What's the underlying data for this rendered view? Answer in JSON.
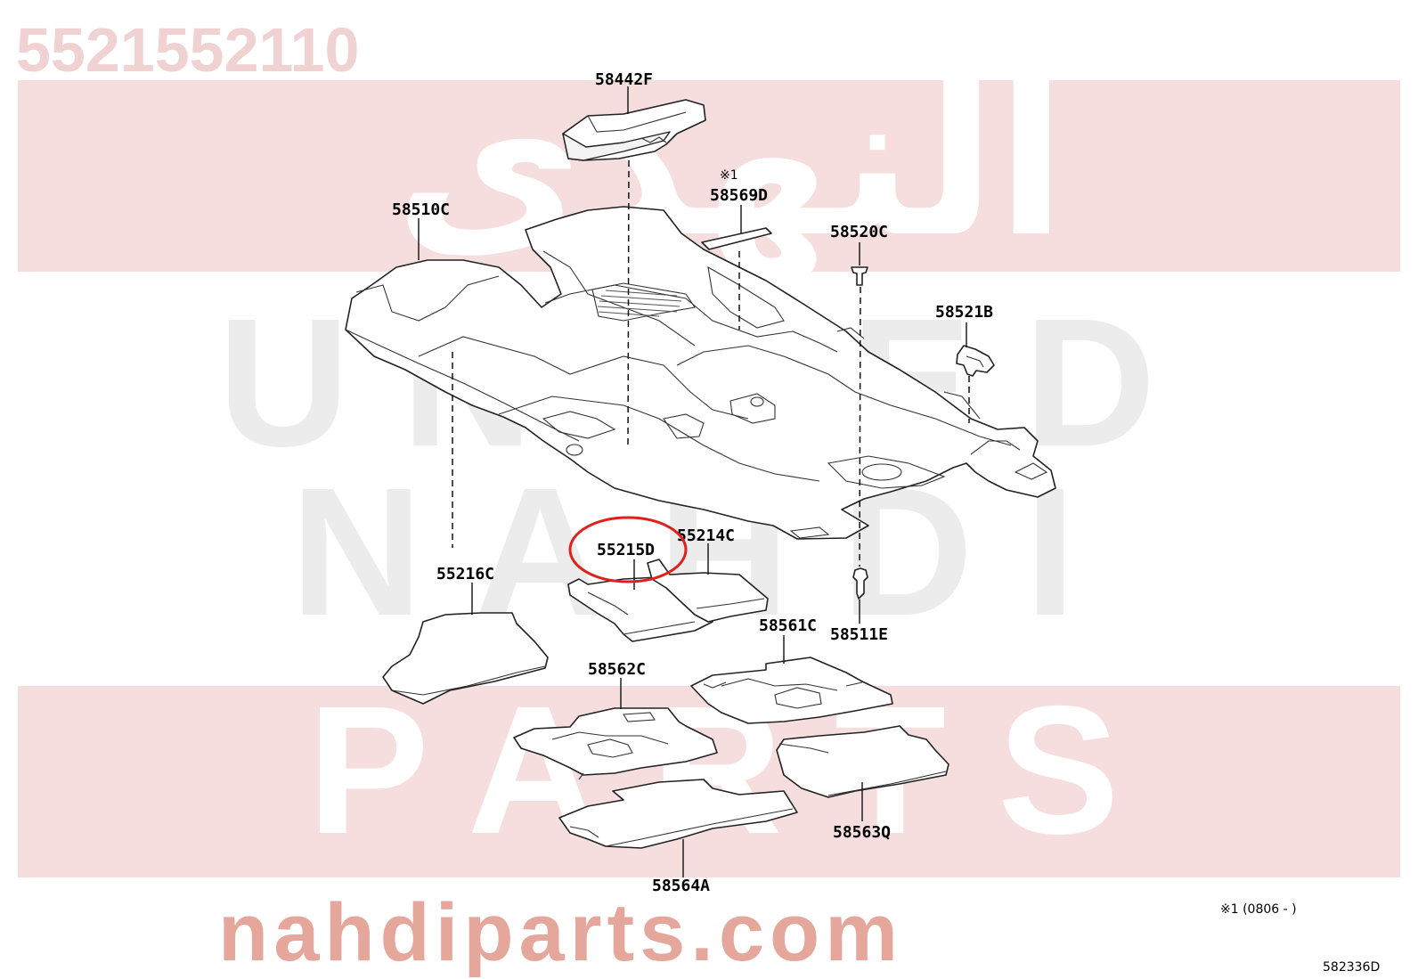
{
  "header": {
    "part_number": "5521552110"
  },
  "watermark": {
    "arabic": "النهدي",
    "word_top": "UNITED",
    "word_mid": "NAHDI",
    "word_bottom": "PARTS",
    "url": "nahdiparts.com"
  },
  "callouts": [
    {
      "id": "58442F",
      "label": "58442F"
    },
    {
      "id": "58569D",
      "label": "58569D",
      "note": "※1"
    },
    {
      "id": "58510C",
      "label": "58510C"
    },
    {
      "id": "58520C",
      "label": "58520C"
    },
    {
      "id": "58521B",
      "label": "58521B"
    },
    {
      "id": "55214C",
      "label": "55214C"
    },
    {
      "id": "55215D",
      "label": "55215D",
      "highlighted": true
    },
    {
      "id": "55216C",
      "label": "55216C"
    },
    {
      "id": "58511E",
      "label": "58511E"
    },
    {
      "id": "58561C",
      "label": "58561C"
    },
    {
      "id": "58562C",
      "label": "58562C"
    },
    {
      "id": "58563Q",
      "label": "58563Q"
    },
    {
      "id": "58564A",
      "label": "58564A"
    }
  ],
  "footnote": "※1 (0806 -        )",
  "diagram_code": "582336D",
  "colors": {
    "highlight": "#e0211b",
    "band": "#f6dede",
    "url": "#e5a79b"
  }
}
